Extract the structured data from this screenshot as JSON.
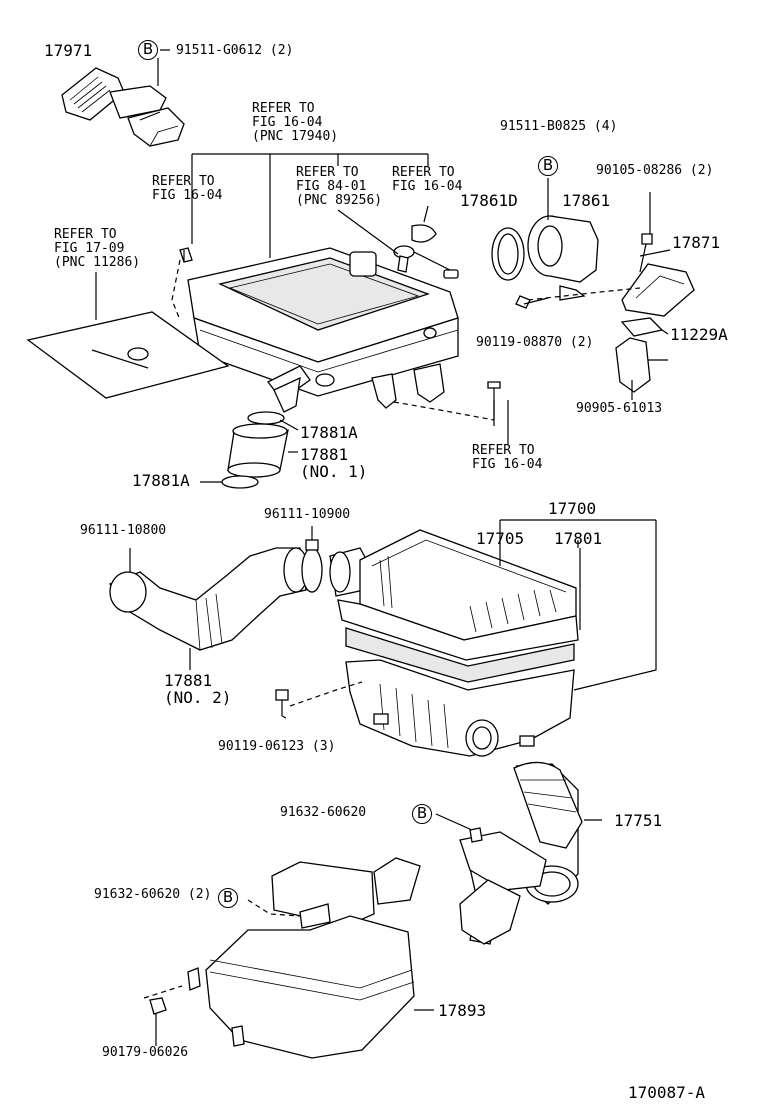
{
  "diagram": {
    "labels": {
      "p17971": "17971",
      "b_top": "91511-G0612 (2)",
      "ref_1604_center": [
        "REFER TO",
        "FIG 16-04",
        "(PNC 17940)"
      ],
      "ref_1604_left": [
        "REFER TO",
        "FIG 16-04"
      ],
      "ref_8401": [
        "REFER TO",
        "FIG 84-01",
        "(PNC 89256)"
      ],
      "ref_1604_right": [
        "REFER TO",
        "FIG 16-04"
      ],
      "ref_1709": [
        "REFER TO",
        "FIG 17-09",
        "(PNC 11286)"
      ],
      "p91511b": "91511-B0825 (4)",
      "p90105": "90105-08286 (2)",
      "p17861d": "17861D",
      "p17861": "17861",
      "p17871": "17871",
      "p90119a": "90119-08870 (2)",
      "p11229a": "11229A",
      "p90905": "90905-61013",
      "p17881a_upper": "17881A",
      "p17881_no1": [
        "17881",
        "(NO. 1)"
      ],
      "p17881a_lower": "17881A",
      "ref_1604_lower": [
        "REFER TO",
        "FIG 16-04"
      ],
      "p96111a": "96111-10800",
      "p96111b": "96111-10900",
      "p17700": "17700",
      "p17705": "17705",
      "p17801": "17801",
      "p17881_no2": [
        "17881",
        "(NO. 2)"
      ],
      "p90119b": "90119-06123 (3)",
      "p91632a": "91632-60620",
      "p17751": "17751",
      "p91632b": "91632-60620 (2)",
      "p17893": "17893",
      "p90179": "90179-06026",
      "fig_id": "170087-A"
    },
    "badge_letter": "B",
    "colors": {
      "ink": "#000000",
      "paper": "#ffffff"
    }
  }
}
